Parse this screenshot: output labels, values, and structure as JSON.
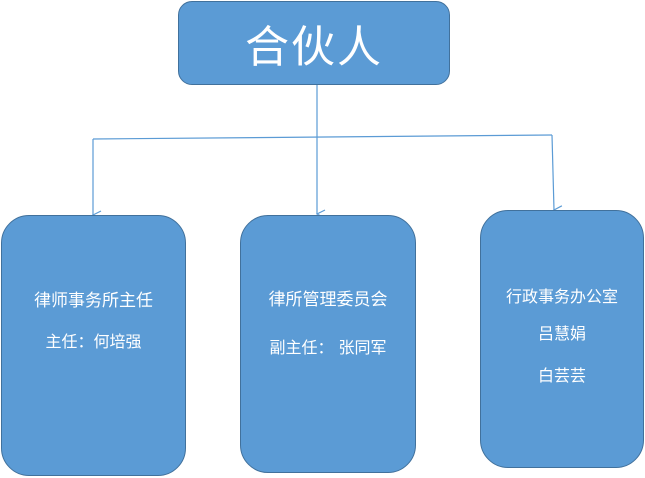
{
  "root": {
    "title": "合伙人"
  },
  "children": [
    {
      "title": "律师事务所主任",
      "lines": [
        "主任：何培强"
      ]
    },
    {
      "title": "律所管理委员会",
      "lines": [
        "副主任：  张同军"
      ]
    },
    {
      "title": "行政事务办公室",
      "lines": [
        "吕慧娟",
        "白芸芸"
      ]
    }
  ],
  "colors": {
    "box_fill": "#5b9bd5",
    "box_border": "#41719c",
    "connector": "#5b9bd5",
    "text": "#ffffff"
  }
}
